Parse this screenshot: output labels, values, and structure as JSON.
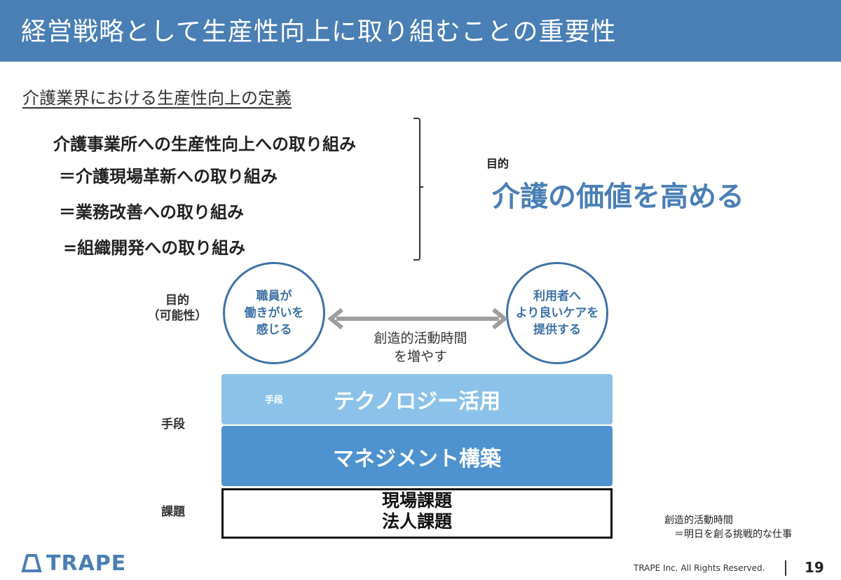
{
  "header": {
    "title": "経営戦略として生産性向上に取り組むことの重要性"
  },
  "subtitle": "介護業界における生産性向上の定義",
  "definition": {
    "lines": [
      "介護事業所への生産性向上への取り組み",
      "＝介護現場革新への取り組み",
      "＝業務改善への取り組み",
      "=組織開発への取り組み"
    ]
  },
  "purpose": {
    "label": "目的",
    "text": "介護の価値を高める"
  },
  "diagram": {
    "side_labels": {
      "purpose": [
        "目的",
        "（可能性）"
      ],
      "means": "手段",
      "issue": "課題"
    },
    "circle_left": [
      "職員が",
      "働きがいを",
      "感じる"
    ],
    "circle_right": [
      "利用者へ",
      "より良いケアを",
      "提供する"
    ],
    "arrow_text": [
      "創造的活動時間",
      "を増やす"
    ],
    "technology": {
      "small": "手段",
      "label": "テクノロジー活用"
    },
    "management": {
      "label": "マネジメント構築"
    },
    "issues": [
      "現場課題",
      "法人課題"
    ]
  },
  "note": [
    "創造的活動時間",
    "＝明日を創る挑戦的な仕事"
  ],
  "footer": {
    "logo": "TRAPE",
    "copyright": "TRAPE Inc. All Rights Reserved.",
    "page": "19"
  },
  "colors": {
    "brand": "#4a7fb5",
    "light_blue": "#8cc2e9",
    "mid_blue": "#4e92cf"
  }
}
